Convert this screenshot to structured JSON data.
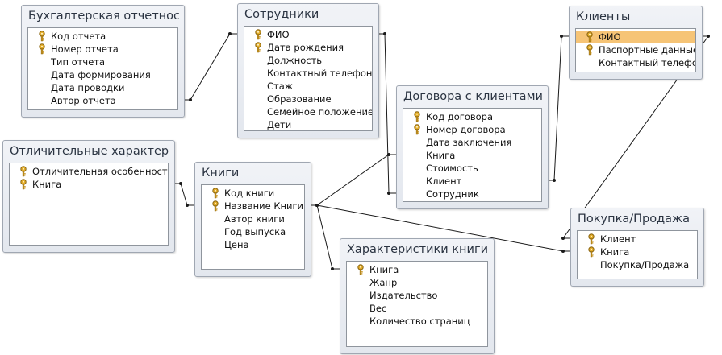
{
  "tables": [
    {
      "id": "report",
      "title": "Бухгалтерская отчетность",
      "fields": [
        {
          "name": "Код отчета",
          "key": true
        },
        {
          "name": "Номер отчета",
          "key": true
        },
        {
          "name": "Тип отчета"
        },
        {
          "name": "Дата формирования"
        },
        {
          "name": "Дата проводки"
        },
        {
          "name": "Автор отчета"
        }
      ]
    },
    {
      "id": "employees",
      "title": "Сотрудники",
      "fields": [
        {
          "name": "ФИО",
          "key": true
        },
        {
          "name": "Дата рождения",
          "key": true
        },
        {
          "name": "Должность"
        },
        {
          "name": "Контактный телефон"
        },
        {
          "name": "Стаж"
        },
        {
          "name": "Образование"
        },
        {
          "name": "Семейное положение"
        },
        {
          "name": "Дети"
        }
      ]
    },
    {
      "id": "clients",
      "title": "Клиенты",
      "fields": [
        {
          "name": "ФИО",
          "key": true,
          "selected": true
        },
        {
          "name": "Паспортные данные",
          "key": true
        },
        {
          "name": "Контактный телефон"
        }
      ]
    },
    {
      "id": "contracts",
      "title": "Договора с клиентами...",
      "fields": [
        {
          "name": "Код договора",
          "key": true
        },
        {
          "name": "Номер договора",
          "key": true
        },
        {
          "name": "Дата заключения"
        },
        {
          "name": "Книга"
        },
        {
          "name": "Стоимость"
        },
        {
          "name": "Клиент"
        },
        {
          "name": "Сотрудник"
        }
      ]
    },
    {
      "id": "features",
      "title": "Отличительные характер...",
      "fields": [
        {
          "name": "Отличительная особенность",
          "key": true
        },
        {
          "name": "Книга",
          "key": true
        }
      ]
    },
    {
      "id": "books",
      "title": "Книги",
      "fields": [
        {
          "name": "Код книги",
          "key": true
        },
        {
          "name": "Название Книги",
          "key": true
        },
        {
          "name": "Автор книги"
        },
        {
          "name": "Год выпуска"
        },
        {
          "name": "Цена"
        }
      ]
    },
    {
      "id": "sales",
      "title": "Покупка/Продажа",
      "fields": [
        {
          "name": "Клиент",
          "key": true
        },
        {
          "name": "Книга",
          "key": true
        },
        {
          "name": "Покупка/Продажа"
        }
      ]
    },
    {
      "id": "bookinfo",
      "title": "Характеристики книги",
      "fields": [
        {
          "name": "Книга",
          "key": true
        },
        {
          "name": "Жанр"
        },
        {
          "name": "Издательство"
        },
        {
          "name": "Вес"
        },
        {
          "name": "Количество страниц"
        }
      ]
    }
  ],
  "relationships": [
    {
      "from": "report.Автор отчета",
      "to": "employees.ФИО"
    },
    {
      "from": "employees.ФИО",
      "to": "contracts.Сотрудник"
    },
    {
      "from": "contracts.Клиент",
      "to": "clients.ФИО"
    },
    {
      "from": "clients.ФИО",
      "to": "sales.Клиент"
    },
    {
      "from": "features.Книга",
      "to": "books.Название Книги"
    },
    {
      "from": "books.Название Книги",
      "to": "contracts.Книга"
    },
    {
      "from": "books.Название Книги",
      "to": "bookinfo.Книга"
    },
    {
      "from": "books.Название Книги",
      "to": "sales.Книга"
    }
  ],
  "colors": {
    "selected_field": "#f6c476",
    "key_icon": "#d9a520",
    "relation_line": "#1a1a1a"
  }
}
